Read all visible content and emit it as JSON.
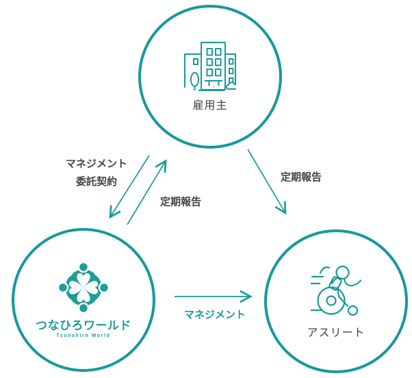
{
  "colors": {
    "teal": "#17999b",
    "logo_teal": "#1c9b98",
    "node_text_dark": "#3f3f3f",
    "edge_label_gray": "#454545",
    "background": "#ffffff"
  },
  "nodes": {
    "employer": {
      "label": "雇用主",
      "icon": "office-building-icon"
    },
    "tsunahiro": {
      "label": "つなひろワールド",
      "sublabel": "Tsunahiro World",
      "icon": "clover-people-logo"
    },
    "athlete": {
      "label": "アスリート",
      "icon": "wheelchair-racer-icon"
    }
  },
  "edges": {
    "contract": {
      "from": "employer",
      "to": "tsunahiro",
      "lines": [
        "マネジメント",
        "委託契約"
      ]
    },
    "report_to_employer": {
      "from": "tsunahiro",
      "to": "employer",
      "label": "定期報告"
    },
    "report_to_athlete": {
      "from": "employer",
      "to": "athlete",
      "label": "定期報告"
    },
    "management": {
      "from": "tsunahiro",
      "to": "athlete",
      "label": "マネジメント"
    }
  }
}
